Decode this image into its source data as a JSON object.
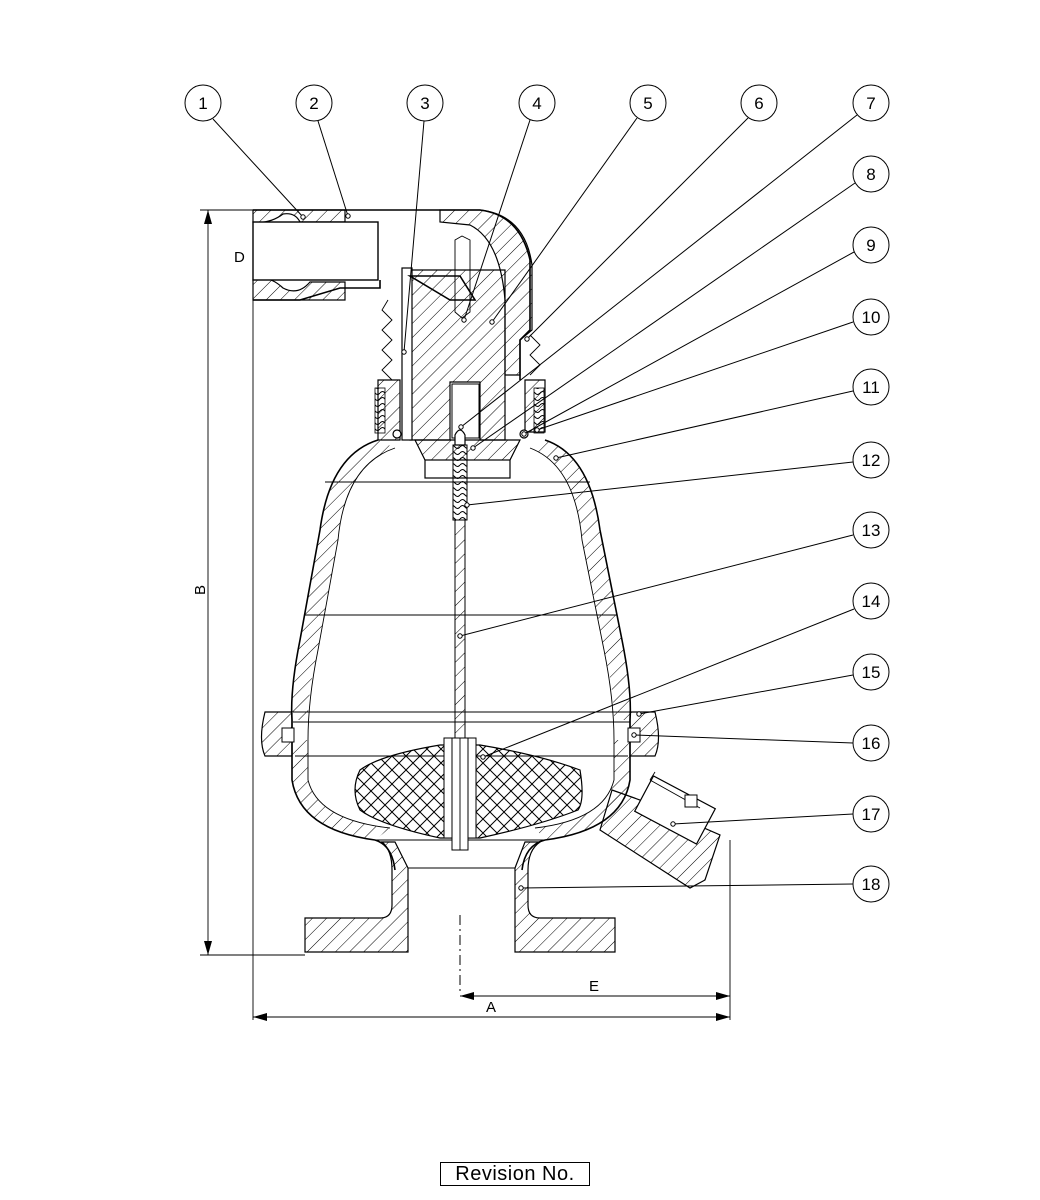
{
  "balloons": [
    {
      "label": "1"
    },
    {
      "label": "2"
    },
    {
      "label": "3"
    },
    {
      "label": "4"
    },
    {
      "label": "5"
    },
    {
      "label": "6"
    },
    {
      "label": "7"
    },
    {
      "label": "8"
    },
    {
      "label": "9"
    },
    {
      "label": "10"
    },
    {
      "label": "11"
    },
    {
      "label": "12"
    },
    {
      "label": "13"
    },
    {
      "label": "14"
    },
    {
      "label": "15"
    },
    {
      "label": "16"
    },
    {
      "label": "17"
    },
    {
      "label": "18"
    }
  ],
  "dimensions": {
    "a": "A",
    "b": "B",
    "d": "D",
    "e": "E"
  },
  "title_block": {
    "revision_label": "Revision No."
  }
}
